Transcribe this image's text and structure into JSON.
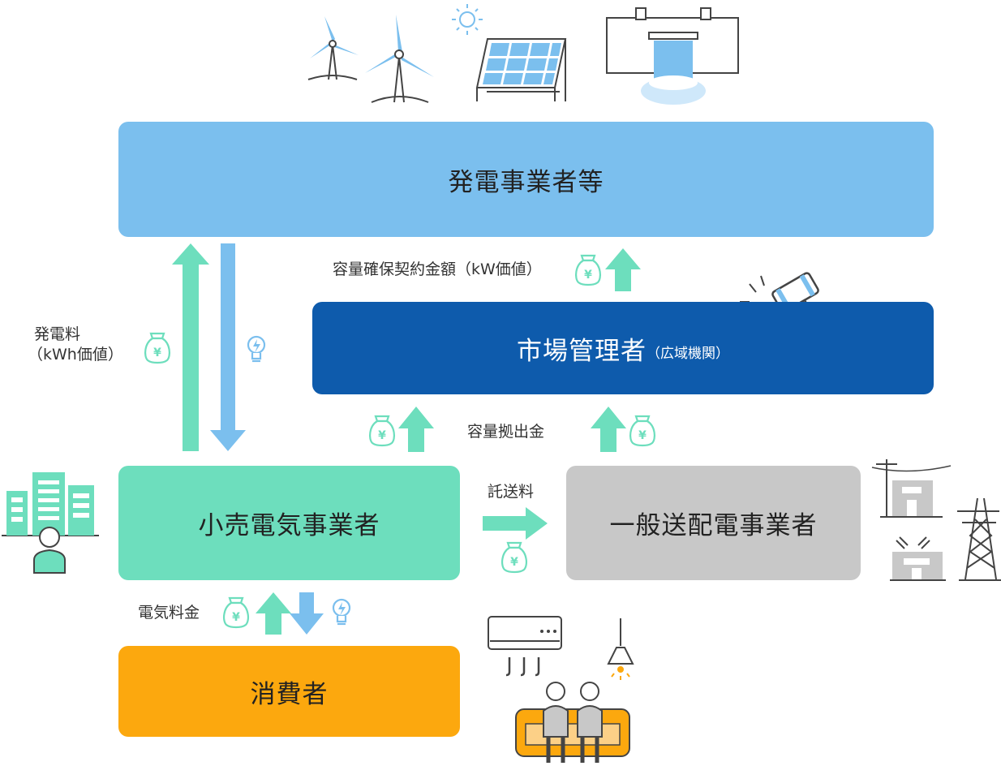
{
  "nodes": {
    "generator": {
      "label": "発電事業者等",
      "color": "#7bbfee"
    },
    "market_manager": {
      "label": "市場管理者",
      "sublabel": "（広域機関）",
      "color": "#0e5bac"
    },
    "retailer": {
      "label": "小売電気事業者",
      "color": "#6ddebd"
    },
    "transmission": {
      "label": "一般送配電事業者",
      "color": "#c8c8c8"
    },
    "consumer": {
      "label": "消費者",
      "color": "#fca80e"
    }
  },
  "flows": {
    "generation_fee": {
      "line1": "発電料",
      "line2": "（kWh価値）"
    },
    "capacity_contract": {
      "label": "容量確保契約金額（kW価値）"
    },
    "capacity_contribution": {
      "label": "容量拠出金"
    },
    "wheeling_fee": {
      "label": "託送料"
    },
    "electricity_fee": {
      "label": "電気料金"
    }
  },
  "icons": {
    "money": "money-bag-yen-icon",
    "electricity": "lightbulb-icon",
    "yen_symbol": "¥"
  },
  "colors": {
    "money_arrow": "#6ddebd",
    "power_arrow": "#7bbfee",
    "icon_outline": "#444444"
  }
}
